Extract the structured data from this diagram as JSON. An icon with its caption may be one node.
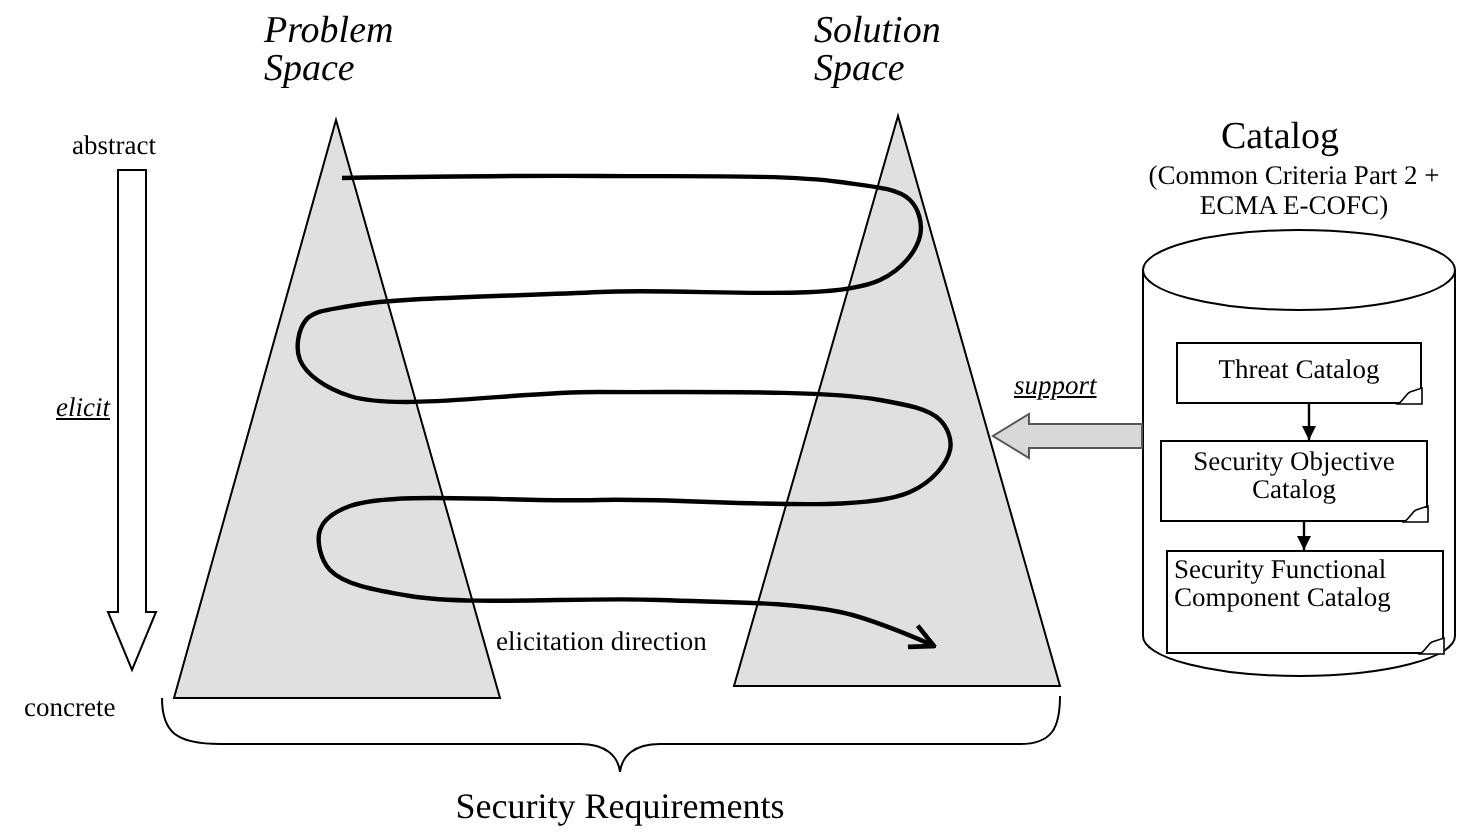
{
  "diagram": {
    "nodes": [
      {
        "text": [
          "Problem Space"
        ]
      },
      {
        "text": [
          "Solution Space"
        ]
      },
      {
        "text": [
          "Catalog",
          "(Common Criteria Part 2 + ECMA E-COFC)"
        ]
      },
      {
        "text": [
          "Threat Catalog"
        ],
        "in": 2
      },
      {
        "text": [
          "Security Objective Catalog"
        ],
        "in": 2
      },
      {
        "text": [
          "Security Functional Component Catalog"
        ],
        "in": 2
      }
    ],
    "edges": [
      {
        "from": 0,
        "to": 1,
        "arrow": "to",
        "label": "elicitation direction"
      },
      {
        "from": 2,
        "to": 1,
        "arrow": "to",
        "label": "support",
        "style": "thick"
      },
      {
        "from": 3,
        "to": 4,
        "arrow": "to"
      },
      {
        "from": 4,
        "to": 5,
        "arrow": "to"
      }
    ],
    "labels": [
      "abstract",
      "elicit",
      "concrete",
      "Security Requirements"
    ]
  }
}
